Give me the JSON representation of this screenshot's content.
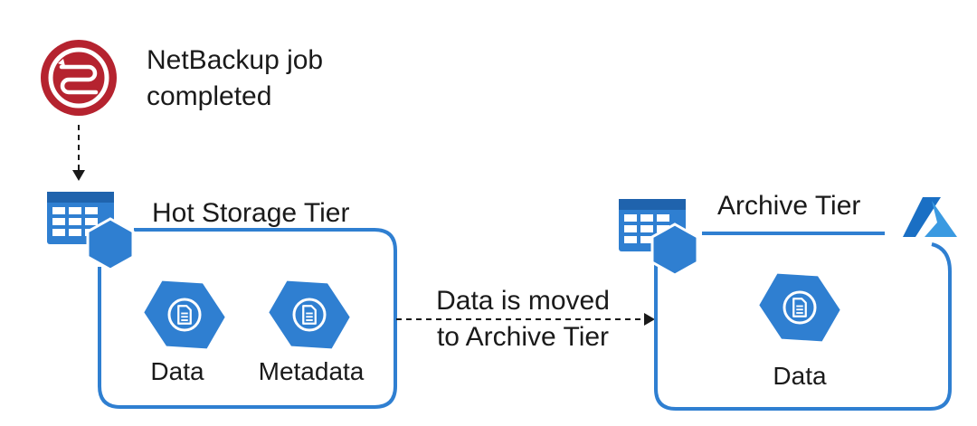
{
  "job": {
    "line1": "NetBackup job",
    "line2": "completed"
  },
  "hot_tier": {
    "title": "Hot Storage Tier",
    "items": [
      {
        "label": "Data"
      },
      {
        "label": "Metadata"
      }
    ]
  },
  "transfer": {
    "line1": "Data is moved",
    "line2": "to Archive Tier"
  },
  "archive_tier": {
    "title": "Archive Tier",
    "items": [
      {
        "label": "Data"
      }
    ]
  },
  "colors": {
    "blue": "#2f7fd1",
    "netbackup_red": "#b5232f",
    "azure_blue": "#1a6fc4",
    "text": "#1a1a1a"
  },
  "icons": {
    "job": "netbackup-logo-icon",
    "storage": "storage-account-icon",
    "file": "blob-file-icon",
    "cloud": "azure-logo-icon"
  }
}
